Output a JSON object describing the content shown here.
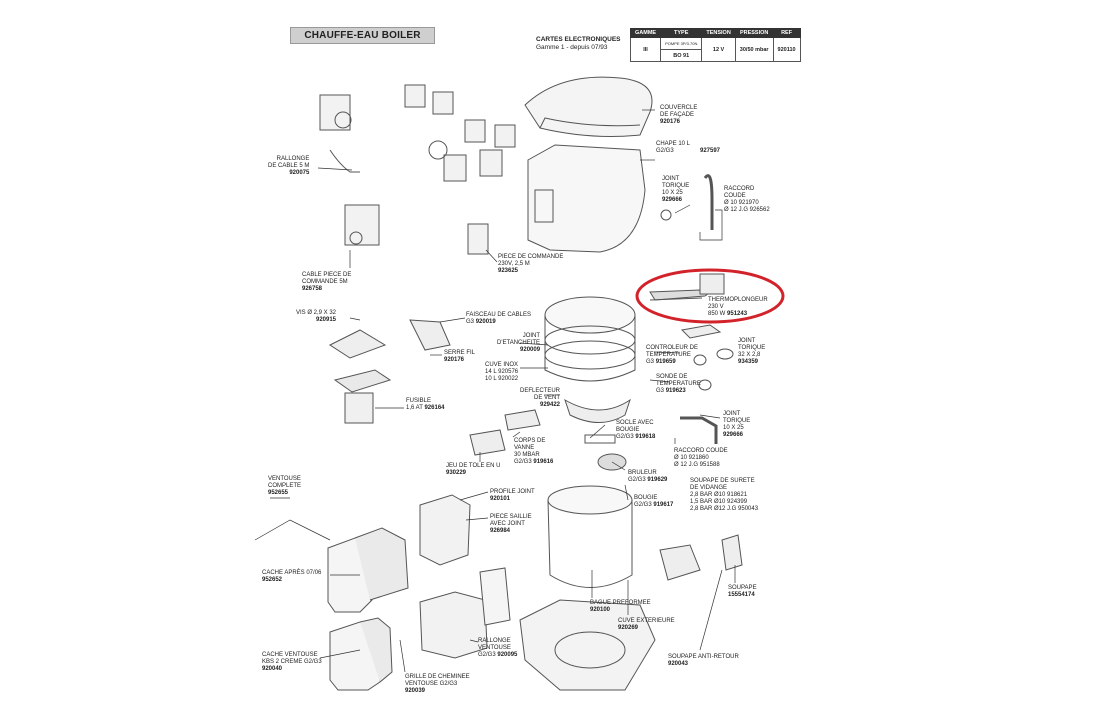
{
  "title": "CHAUFFE-EAU BOILER",
  "cartes": {
    "line1": "CARTES ELECTRONIQUES",
    "line2": "Gamme 1 - depuis 07/93"
  },
  "spec_table": {
    "headers": [
      "GAMME",
      "TYPE",
      "TENSION",
      "PRESSION",
      "REF"
    ],
    "row": [
      "III",
      "BO 91",
      "12 V",
      "30/50 mbar",
      "920110"
    ],
    "type_note": "POMPE 3P/3.70N"
  },
  "parts": [
    {
      "id": "couvercle",
      "lines": [
        "COUVERCLE",
        "DE FAÇADE"
      ],
      "ref": "920176"
    },
    {
      "id": "chape",
      "lines": [
        "CHAPE 10 L",
        "G2/G3"
      ],
      "ref": "927597"
    },
    {
      "id": "joint-torique-1",
      "lines": [
        "JOINT",
        "TORIQUE",
        "10 X 25"
      ],
      "ref": "929666"
    },
    {
      "id": "raccord-coude-1",
      "lines": [
        "RACCORD",
        "COUDE",
        "Ø 10      921970",
        "Ø 12 J.G  926562"
      ],
      "ref": ""
    },
    {
      "id": "rallonge-cable",
      "lines": [
        "RALLONGE",
        "DE CABLE 5 M"
      ],
      "ref": "920075"
    },
    {
      "id": "piece-commande",
      "lines": [
        "PIECE DE COMMANDE",
        "230V, 2,5 M"
      ],
      "ref": "923625"
    },
    {
      "id": "cable-piece",
      "lines": [
        "CABLE PIECE DE",
        "COMMANDE 5M"
      ],
      "ref": "926758"
    },
    {
      "id": "thermoplongeur",
      "lines": [
        "THERMOPLONGEUR",
        "230 V",
        "850 W"
      ],
      "ref": "951243"
    },
    {
      "id": "vis",
      "lines": [
        "VIS Ø 2,9 X 32"
      ],
      "ref": "920915"
    },
    {
      "id": "faisceau",
      "lines": [
        "FAISCEAU DE CABLES",
        "G3"
      ],
      "ref": "920019"
    },
    {
      "id": "serre-fil",
      "lines": [
        "SERRE FIL"
      ],
      "ref": "920176"
    },
    {
      "id": "joint-etancheite",
      "lines": [
        "JOINT",
        "D'ETANCHEITE"
      ],
      "ref": "920009"
    },
    {
      "id": "cuve-inox",
      "lines": [
        "CUVE INOX",
        "14 L  920576",
        "10 L  920022"
      ],
      "ref": ""
    },
    {
      "id": "controleur",
      "lines": [
        "CONTROLEUR DE",
        "TEMPERATURE",
        "G3"
      ],
      "ref": "919659"
    },
    {
      "id": "joint-torique-2",
      "lines": [
        "JOINT",
        "TORIQUE",
        "32 X 2,8"
      ],
      "ref": "934359"
    },
    {
      "id": "sonde",
      "lines": [
        "SONDE DE",
        "TEMPERATURE",
        "G3"
      ],
      "ref": "919623"
    },
    {
      "id": "deflecteur",
      "lines": [
        "DEFLECTEUR",
        "DE VENT"
      ],
      "ref": "929422"
    },
    {
      "id": "fusible",
      "lines": [
        "FUSIBLE",
        "1,6 AT"
      ],
      "ref": "926164"
    },
    {
      "id": "joint-torique-3",
      "lines": [
        "JOINT",
        "TORIQUE",
        "10 X 25"
      ],
      "ref": "929666"
    },
    {
      "id": "socle",
      "lines": [
        "SOCLE AVEC",
        "BOUGIE",
        "G2/G3"
      ],
      "ref": "919618"
    },
    {
      "id": "corps-vanne",
      "lines": [
        "CORPS DE",
        "VANNE",
        "30 MBAR",
        "G2/G3"
      ],
      "ref": "919616"
    },
    {
      "id": "raccord-coude-2",
      "lines": [
        "RACCORD COUDE",
        "Ø 10      921860",
        "Ø 12 J.G  951588"
      ],
      "ref": ""
    },
    {
      "id": "jeu-tole",
      "lines": [
        "JEU DE TOLE EN U"
      ],
      "ref": "930229"
    },
    {
      "id": "bruleur",
      "lines": [
        "BRULEUR",
        "G2/G3"
      ],
      "ref": "919629"
    },
    {
      "id": "ventouse",
      "lines": [
        "VENTOUSE",
        "COMPLETE"
      ],
      "ref": "952655"
    },
    {
      "id": "profile-joint",
      "lines": [
        "PROFILE JOINT"
      ],
      "ref": "920101"
    },
    {
      "id": "soupape-surete",
      "lines": [
        "SOUPAPE DE SURETE",
        "DE VIDANGE",
        "2,8 BAR Ø10      918621",
        "1,5 BAR Ø10      924399",
        "2,8 BAR Ø12 J.G  950043"
      ],
      "ref": ""
    },
    {
      "id": "bougie",
      "lines": [
        "BOUGIE",
        "G2/G3"
      ],
      "ref": "919617"
    },
    {
      "id": "piece-saillie",
      "lines": [
        "PIECE SAILLIE",
        "AVEC JOINT"
      ],
      "ref": "926984"
    },
    {
      "id": "cache-apres",
      "lines": [
        "CACHE APRÈS 07/06"
      ],
      "ref": "952652"
    },
    {
      "id": "soupape",
      "lines": [
        "SOUPAPE"
      ],
      "ref": "15554174"
    },
    {
      "id": "bague",
      "lines": [
        "BAGUE PREFORMEE"
      ],
      "ref": "920100"
    },
    {
      "id": "cuve-exterieure",
      "lines": [
        "CUVE EXTERIEURE"
      ],
      "ref": "920269"
    },
    {
      "id": "rallonge-ventouse",
      "lines": [
        "RALLONGE",
        "VENTOUSE",
        "G2/G3"
      ],
      "ref": "920095"
    },
    {
      "id": "cache-ventouse",
      "lines": [
        "CACHE VENTOUSE",
        "KBS 2 CREME G2/G3"
      ],
      "ref": "920040"
    },
    {
      "id": "soupape-anti-retour",
      "lines": [
        "SOUPAPE ANTI-RETOUR"
      ],
      "ref": "920043"
    },
    {
      "id": "grille",
      "lines": [
        "GRILLE DE CHEMINEE",
        "VENTOUSE G2/G3"
      ],
      "ref": "920039"
    }
  ],
  "highlight": {
    "target": "thermoplongeur",
    "color": "#d2232a"
  }
}
